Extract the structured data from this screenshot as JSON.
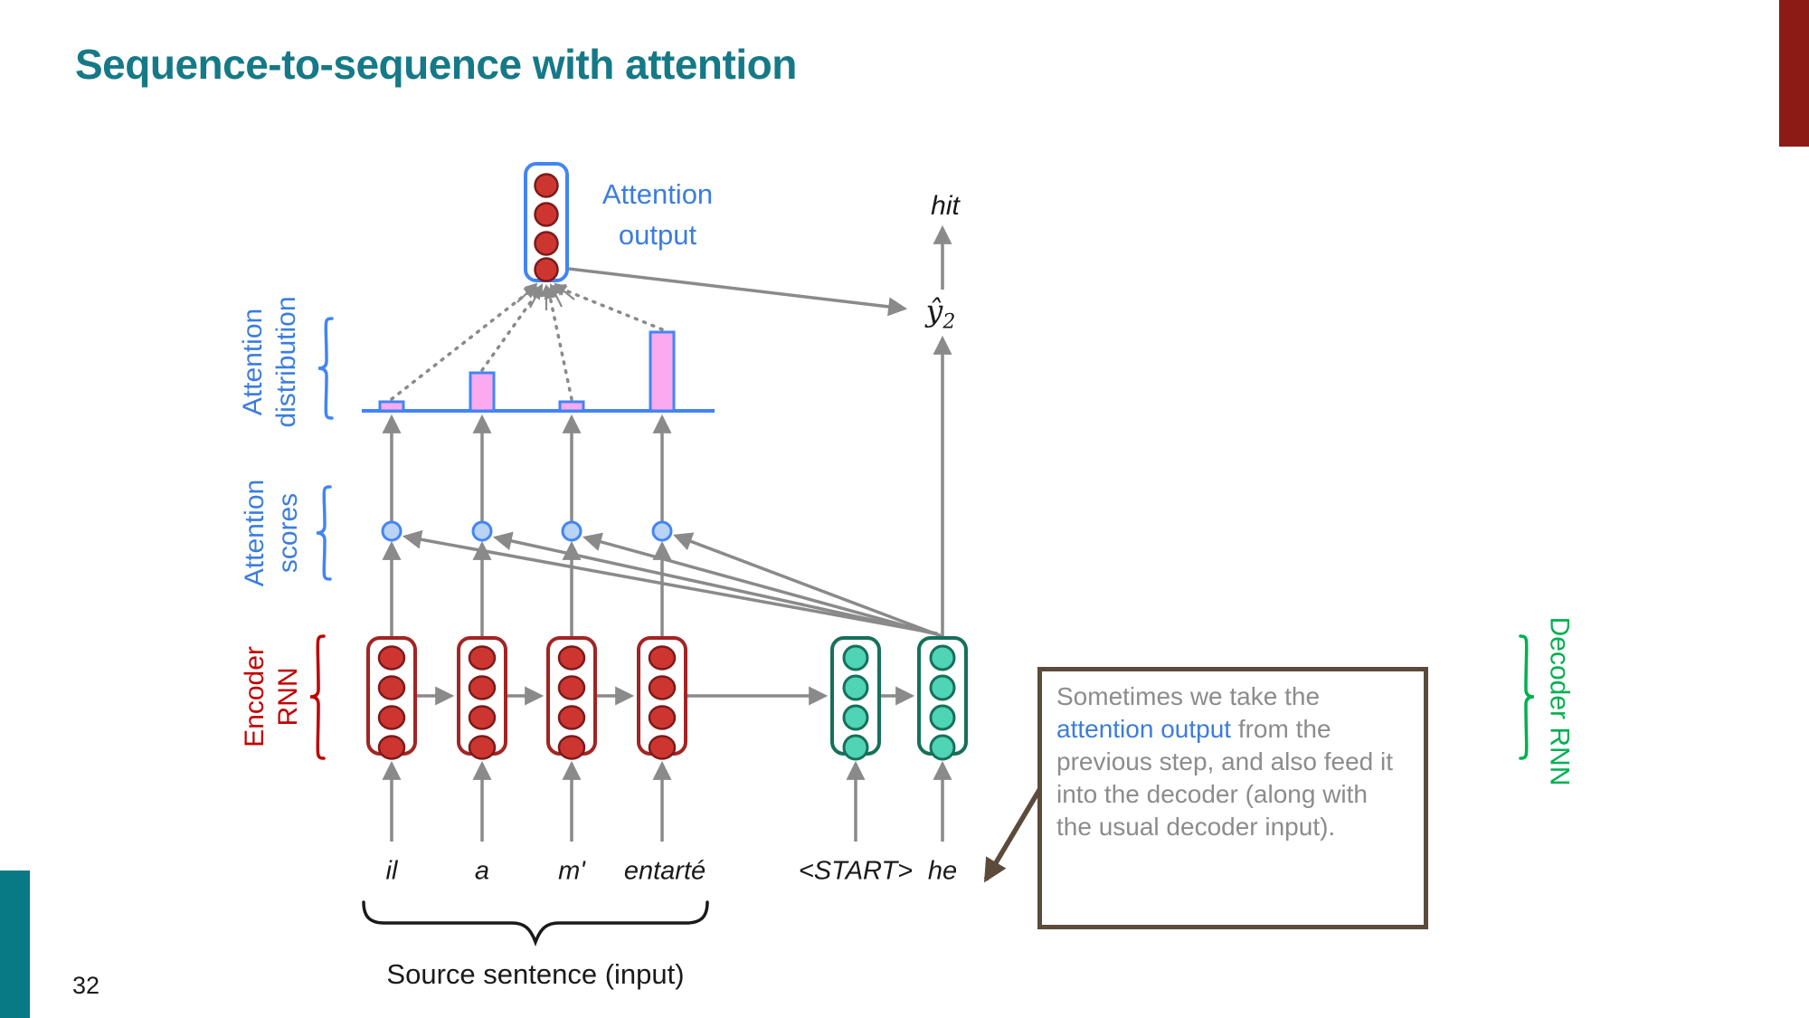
{
  "slide": {
    "title": "Sequence-to-sequence with attention",
    "page_number": "32"
  },
  "labels": {
    "attention_output_line1": "Attention",
    "attention_output_line2": "output",
    "attention_distribution_line1": "Attention",
    "attention_distribution_line2": "distribution",
    "attention_scores_line1": "Attention",
    "attention_scores_line2": "scores",
    "encoder_rnn_line1": "Encoder",
    "encoder_rnn_line2": "RNN",
    "decoder_rnn": "Decoder RNN",
    "output_word": "hit",
    "prediction_base": "ŷ",
    "prediction_sub": "2",
    "source_caption": "Source sentence (input)"
  },
  "source_words": [
    "il",
    "a",
    "m'",
    "entarté"
  ],
  "decoder_words": [
    "<START>",
    "he"
  ],
  "attention_bars": {
    "note": "relative bar heights of attention distribution, px",
    "heights": [
      10,
      42,
      10,
      87
    ]
  },
  "note": {
    "pre": "Sometimes we take the ",
    "highlight": "attention output",
    "post": " from the previous step, and also feed it into the decoder (along with the usual decoder input)."
  },
  "colors": {
    "title_teal": "#157987",
    "accent_top_right_red": "#8c1a15",
    "accent_bottom_left_teal": "#077a85",
    "label_blue": "#3b7dde",
    "shape_blue": "#4285f4",
    "bar_pink": "#fbaaf0",
    "score_dot_fill": "#b9d3f7",
    "encoder_border_red": "#a32424",
    "encoder_dot_red": "#cd3630",
    "decoder_border_green": "#16705a",
    "decoder_dot_teal": "#4fd4b5",
    "label_red": "#c00000",
    "label_green": "#00b050",
    "arrow_gray": "#8a8a8a",
    "note_border_brown": "#5c4b3b",
    "note_text_gray": "#8c8c8c"
  }
}
